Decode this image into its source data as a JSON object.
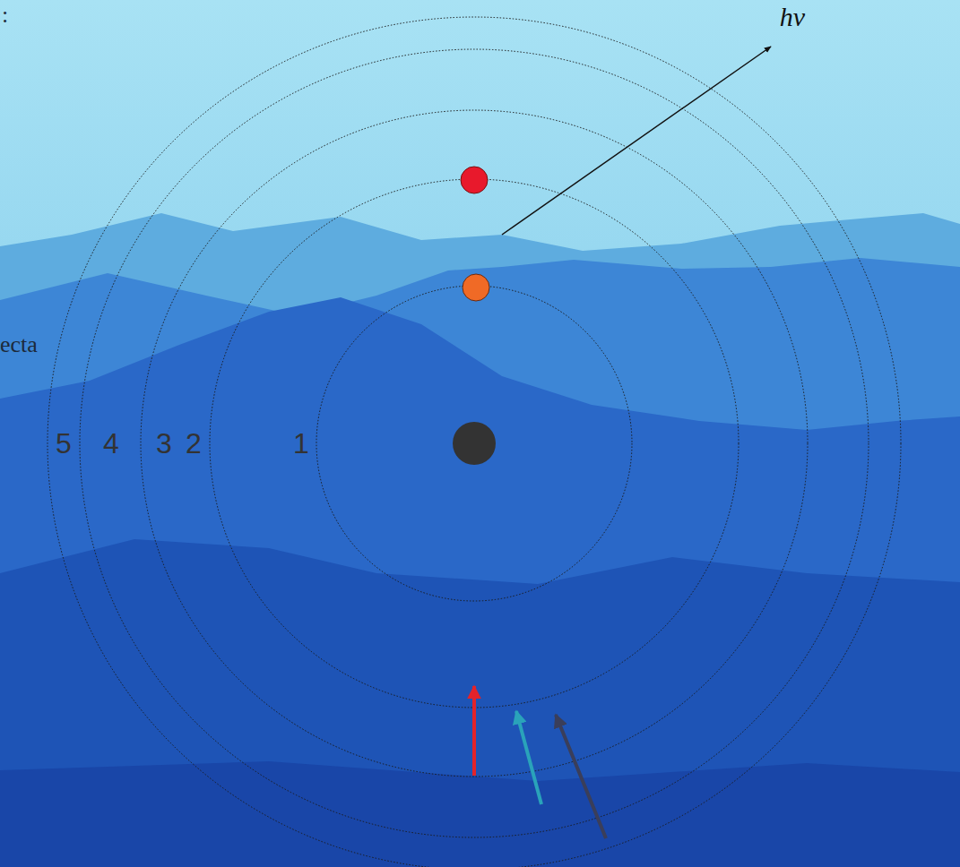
{
  "diagram": {
    "labels": [
      ":",
      "hv",
      "ecta",
      "5",
      "4",
      "3",
      "2",
      "1"
    ]
  }
}
